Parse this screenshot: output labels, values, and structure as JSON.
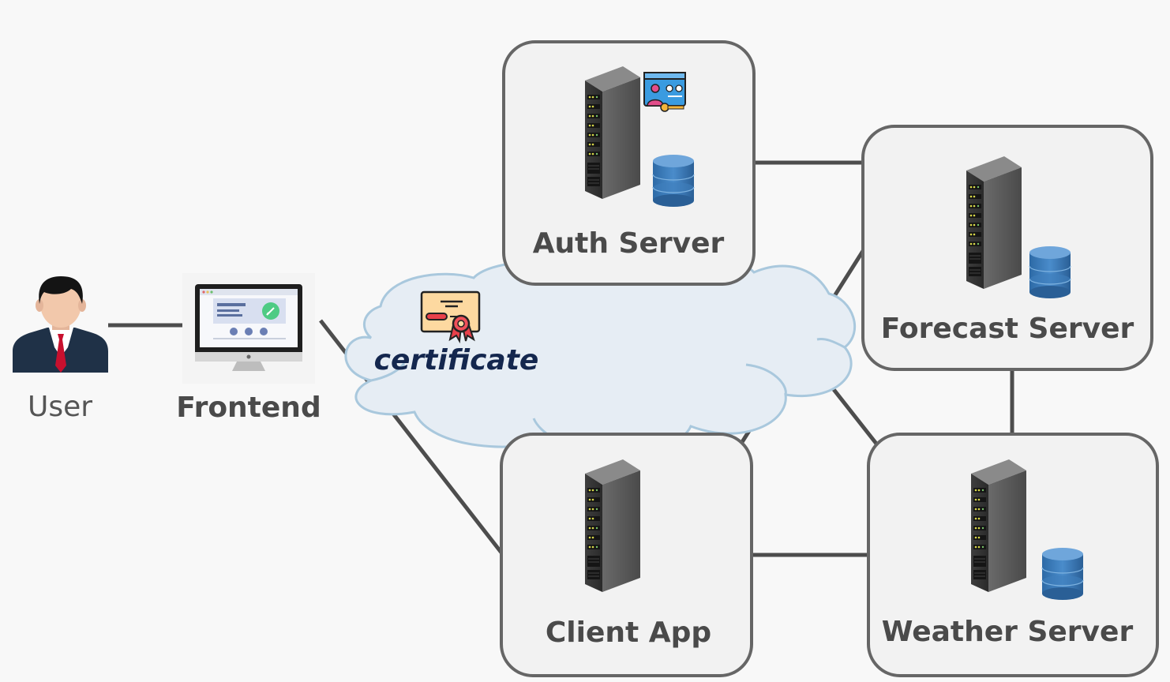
{
  "nodes": {
    "user": {
      "label": "User"
    },
    "frontend": {
      "label": "Frontend"
    },
    "auth_server": {
      "label": "Auth Server"
    },
    "forecast_server": {
      "label": "Forecast Server"
    },
    "client_app": {
      "label": "Client App"
    },
    "weather_server": {
      "label": "Weather Server"
    }
  },
  "cloud": {
    "label": "certificate"
  },
  "icons": {
    "user": "user-businessman-icon",
    "frontend": "monitor-icon",
    "servers": "server-rack-icon",
    "database": "database-icon",
    "auth_badge": "identity-key-icon",
    "certificate": "certificate-icon"
  },
  "colors": {
    "background": "#f8f8f8",
    "box_fill": "#f2f2f2",
    "box_stroke": "#666666",
    "connector": "#4d4d4d",
    "cloud_fill": "#e6edf4",
    "cloud_stroke": "#a9c8dd",
    "database": "#3c7ab8",
    "certificate_text": "#14274e"
  }
}
